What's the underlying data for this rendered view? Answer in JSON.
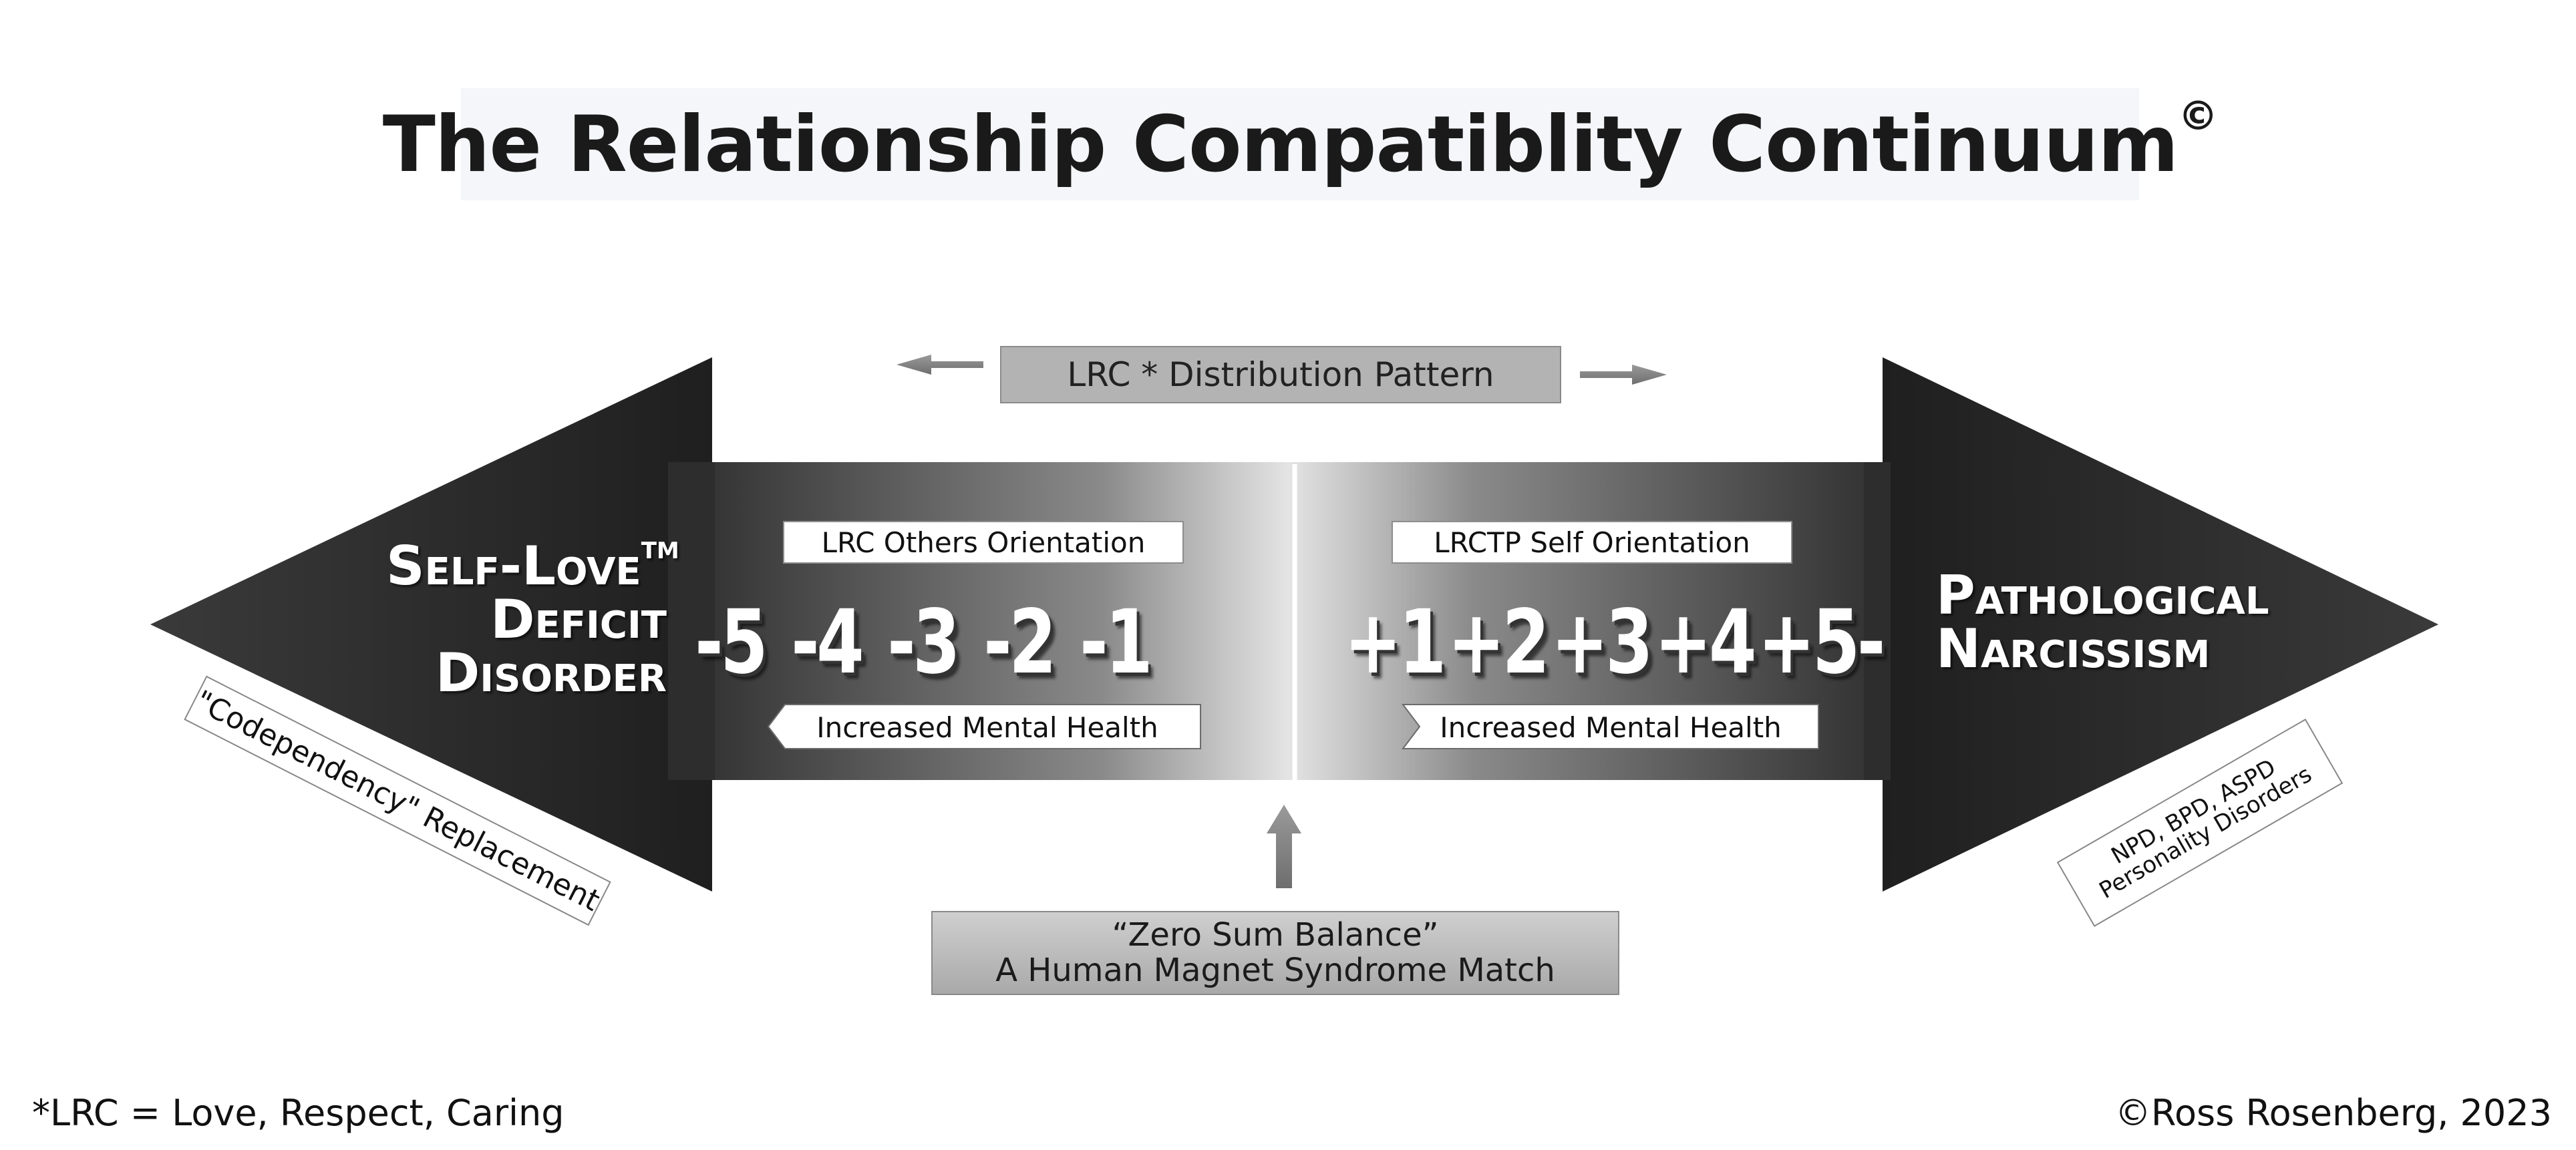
{
  "title": {
    "text": "The Relationship Compatiblity Continuum",
    "mark": "©"
  },
  "distribution": {
    "label": "LRC  * Distribution Pattern"
  },
  "left": {
    "orientation": "LRC Others Orientation",
    "numbers": [
      "-5",
      "-4",
      "-3",
      "-2",
      "-1"
    ],
    "health": "Increased Mental Health",
    "label_line1": "Self-Love",
    "label_tm": "TM",
    "label_line2": "Deficit",
    "label_line3": "Disorder",
    "tag": "\"Codependency\" Replacement"
  },
  "right": {
    "orientation": "LRCTP Self Orientation",
    "numbers": [
      "+1",
      "+2",
      "+3",
      "+4",
      "+5-"
    ],
    "health": "Increased Mental Health",
    "label_line1": "Pathological",
    "label_line2": "Narcissism",
    "tag_line1": "NPD, BPD, ASPD",
    "tag_line2": "Personality Disorders"
  },
  "balance": {
    "line1": "“Zero Sum Balance”",
    "line2": "A Human Magnet Syndrome Match"
  },
  "footer": {
    "note": "*LRC  = Love, Respect, Caring",
    "credit": "©Ross Rosenberg, 2023"
  },
  "colors": {
    "arrow_dark": "#252525",
    "arrow_light": "#e6e6e6",
    "box_gray": "#b3b3b3"
  }
}
